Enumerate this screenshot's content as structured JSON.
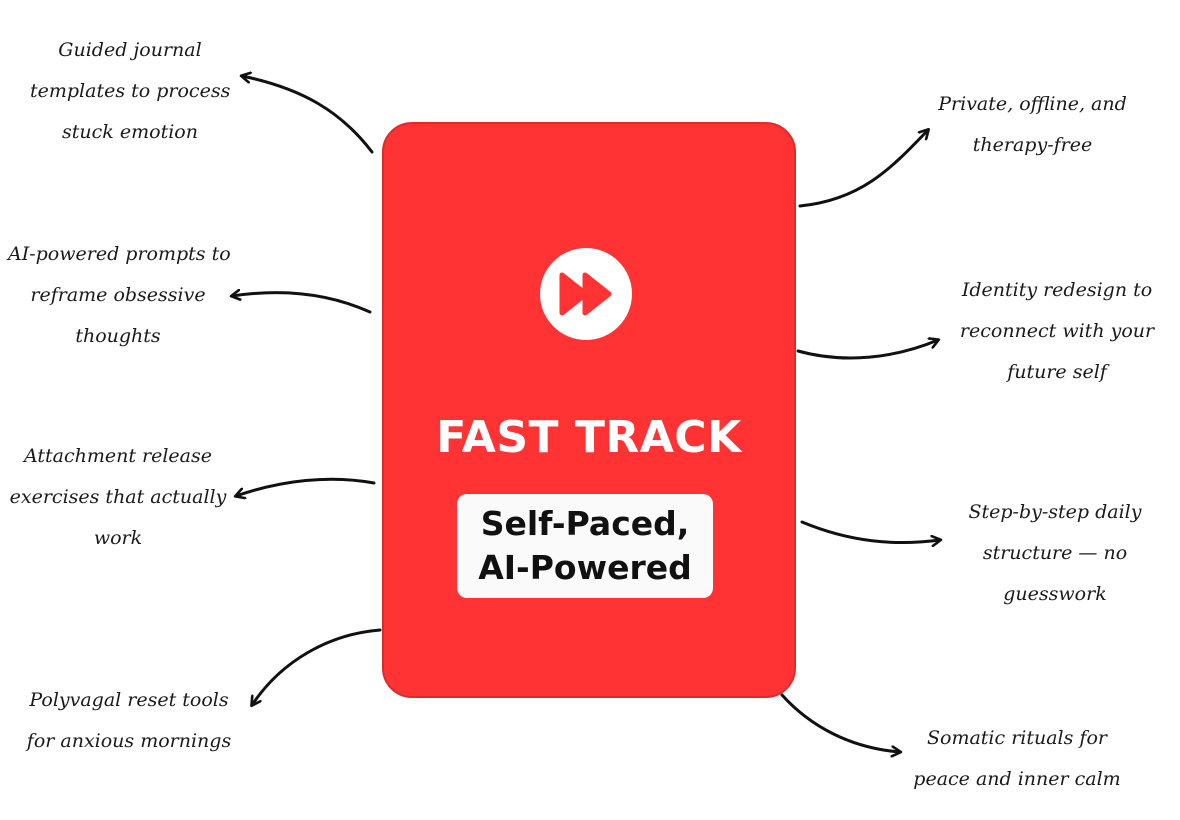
{
  "card": {
    "title": "FAST TRACK",
    "subtitle_line1": "Self-Paced,",
    "subtitle_line2": "AI-Powered",
    "icon": "fast-forward-icon"
  },
  "colors": {
    "card_red": "#ff3333",
    "ink": "#111111",
    "subtitle_bg": "#fafafa"
  },
  "left_notes": [
    {
      "lines": [
        "Guided journal",
        "templates to process",
        "stuck emotion"
      ]
    },
    {
      "lines": [
        "AI-powered prompts to",
        "reframe obsessive",
        "thoughts"
      ]
    },
    {
      "lines": [
        "Attachment release",
        "exercises that actually",
        "work"
      ]
    },
    {
      "lines": [
        "Polyvagal reset tools",
        "for anxious mornings"
      ]
    }
  ],
  "right_notes": [
    {
      "lines": [
        "Private, offline, and",
        "therapy-free"
      ]
    },
    {
      "lines": [
        "Identity redesign to",
        "reconnect with your",
        "future self"
      ]
    },
    {
      "lines": [
        "Step-by-step daily",
        "structure — no",
        "guesswork"
      ]
    },
    {
      "lines": [
        "Somatic rituals for",
        "peace and inner calm"
      ]
    }
  ]
}
